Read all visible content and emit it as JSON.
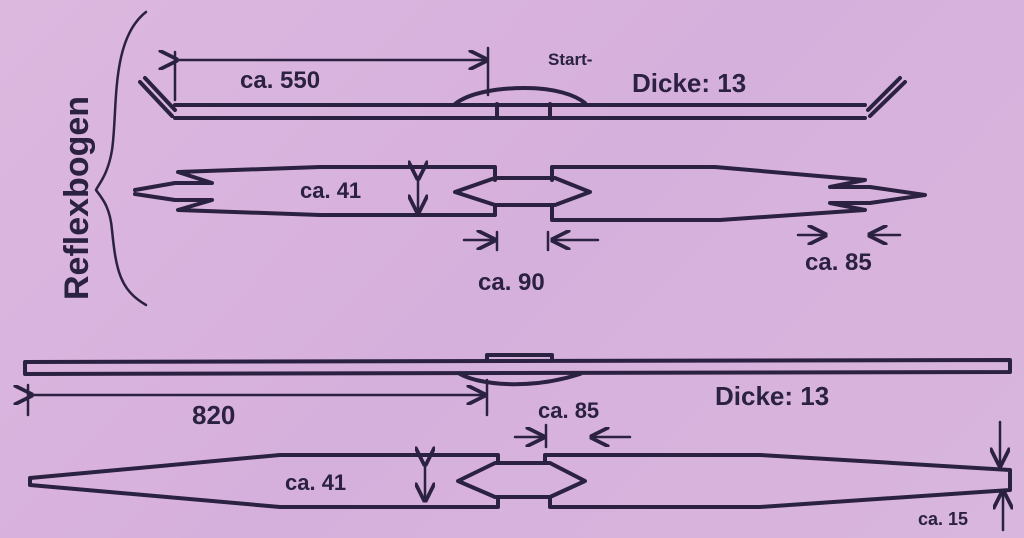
{
  "title": "Reflexbogen",
  "reflex_side_view": {
    "length_label": "ca. 550",
    "start_label": "Start-",
    "thickness_label": "Dicke: 13"
  },
  "reflex_top_view": {
    "width_label": "ca. 41",
    "grip_label": "ca. 90",
    "tip_label": "ca. 85"
  },
  "straight_side_view": {
    "length_label": "820",
    "thickness_label": "Dicke: 13",
    "grip_label": "ca. 85"
  },
  "straight_top_view": {
    "width_label": "ca. 41",
    "tip_label": "ca. 15"
  },
  "colors": {
    "paper": "#d8b4dc",
    "ink": "#2b2140"
  }
}
